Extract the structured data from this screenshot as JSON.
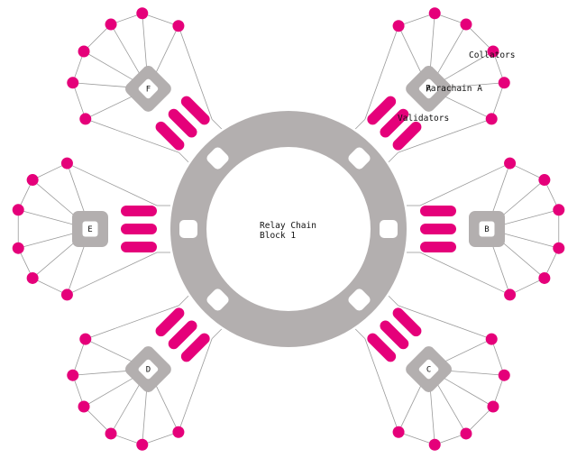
{
  "relay": {
    "line1": "Relay Chain",
    "line2": "Block 1"
  },
  "labels": {
    "collators": "Collators",
    "parachain": "Parachain A",
    "validators": "Validators"
  },
  "parachains": [
    {
      "id": "A",
      "label": "A"
    },
    {
      "id": "B",
      "label": "B"
    },
    {
      "id": "C",
      "label": "C"
    },
    {
      "id": "D",
      "label": "D"
    },
    {
      "id": "E",
      "label": "E"
    },
    {
      "id": "F",
      "label": "F"
    }
  ],
  "colors": {
    "ring": "#b3afaf",
    "node": "#e5007a",
    "line": "#9a9a9a",
    "slot": "#ffffff",
    "text": "#111111"
  }
}
